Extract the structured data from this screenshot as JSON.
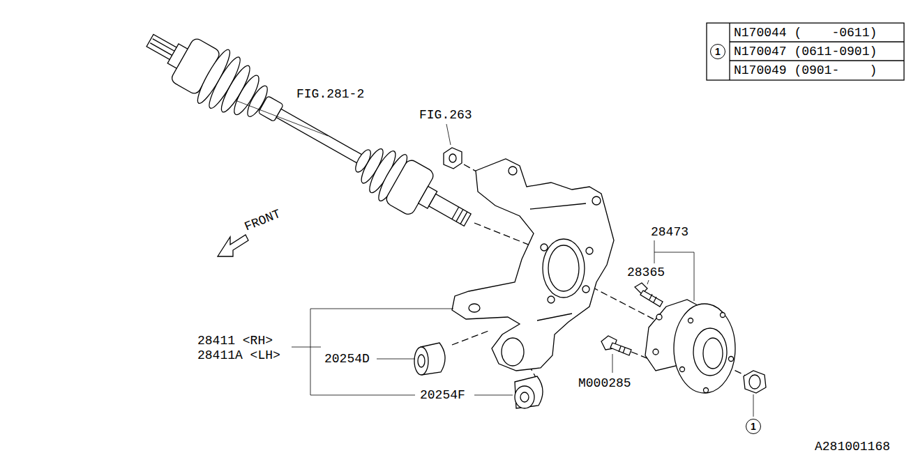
{
  "diagram": {
    "nodes": [
      {
        "text": [
          "1"
        ]
      },
      {
        "text": [
          "1"
        ]
      }
    ],
    "labels": [
      "FIG.281-2",
      "FIG.263",
      "FRONT",
      "28473",
      "28365",
      "28411 <RH>",
      "28411A <LH>",
      "20254D",
      "20254F",
      "M000285",
      "N170044 (    -0611)",
      "N170047 (0611-0901)",
      "N170049 (0901-    )",
      "A281001168"
    ]
  }
}
